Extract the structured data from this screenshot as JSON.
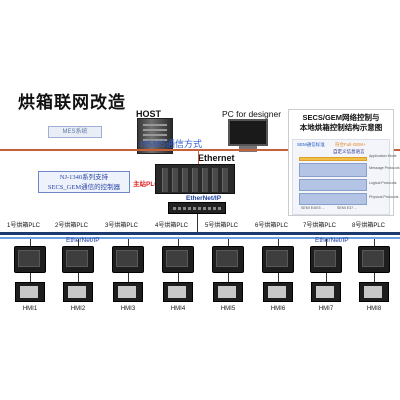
{
  "title": "烘箱联网改造",
  "mes_label": "MES系统",
  "host_label": "HOST",
  "pc_label": "PC for designer",
  "hsms_label": "HSMS通信方式",
  "ethernet_label": "Ethernet",
  "note_lines": [
    "NJ-1340系列支持",
    "SECS_GEM通信的控制器"
  ],
  "main_plc_label": "主站PLC*",
  "ethernetip_label": "EtherNet/IP",
  "bus_label_left": "EtherNet/IP",
  "bus_label_right": "EtherNet/IP",
  "plcs": [
    "1号烘箱PLC",
    "2号烘箱PLC",
    "3号烘箱PLC",
    "4号烘箱PLC",
    "5号烘箱PLC",
    "6号烘箱PLC",
    "7号烘箱PLC",
    "8号烘箱PLC"
  ],
  "hmis": [
    "HMI1",
    "HMI2",
    "HMI3",
    "HMI4",
    "HMI5",
    "HMI6",
    "HMI7",
    "HMI8"
  ],
  "side_panel": {
    "title_lines": [
      "SECS/GEM网络控制与",
      "本地烘箱控制结构示意图"
    ],
    "caption_a": "SEM通信标准",
    "caption_b": "符合Full-GEM+",
    "caption_c": "自定义信息语言",
    "labels": [
      "Application\nMode",
      "Message\nProtocols",
      "Logical\nProtocols",
      "Physical\nProtocols"
    ],
    "footer_a": "SEMI E4/E5 ...",
    "footer_b": "SEMI E37 ..."
  },
  "colors": {
    "ethernet_line": "#c7603a",
    "bus_dark": "#1c3a6e",
    "bus_light": "#6fa0e0",
    "accent_blue": "#2f5fd6",
    "main_plc_red": "#e02020"
  }
}
